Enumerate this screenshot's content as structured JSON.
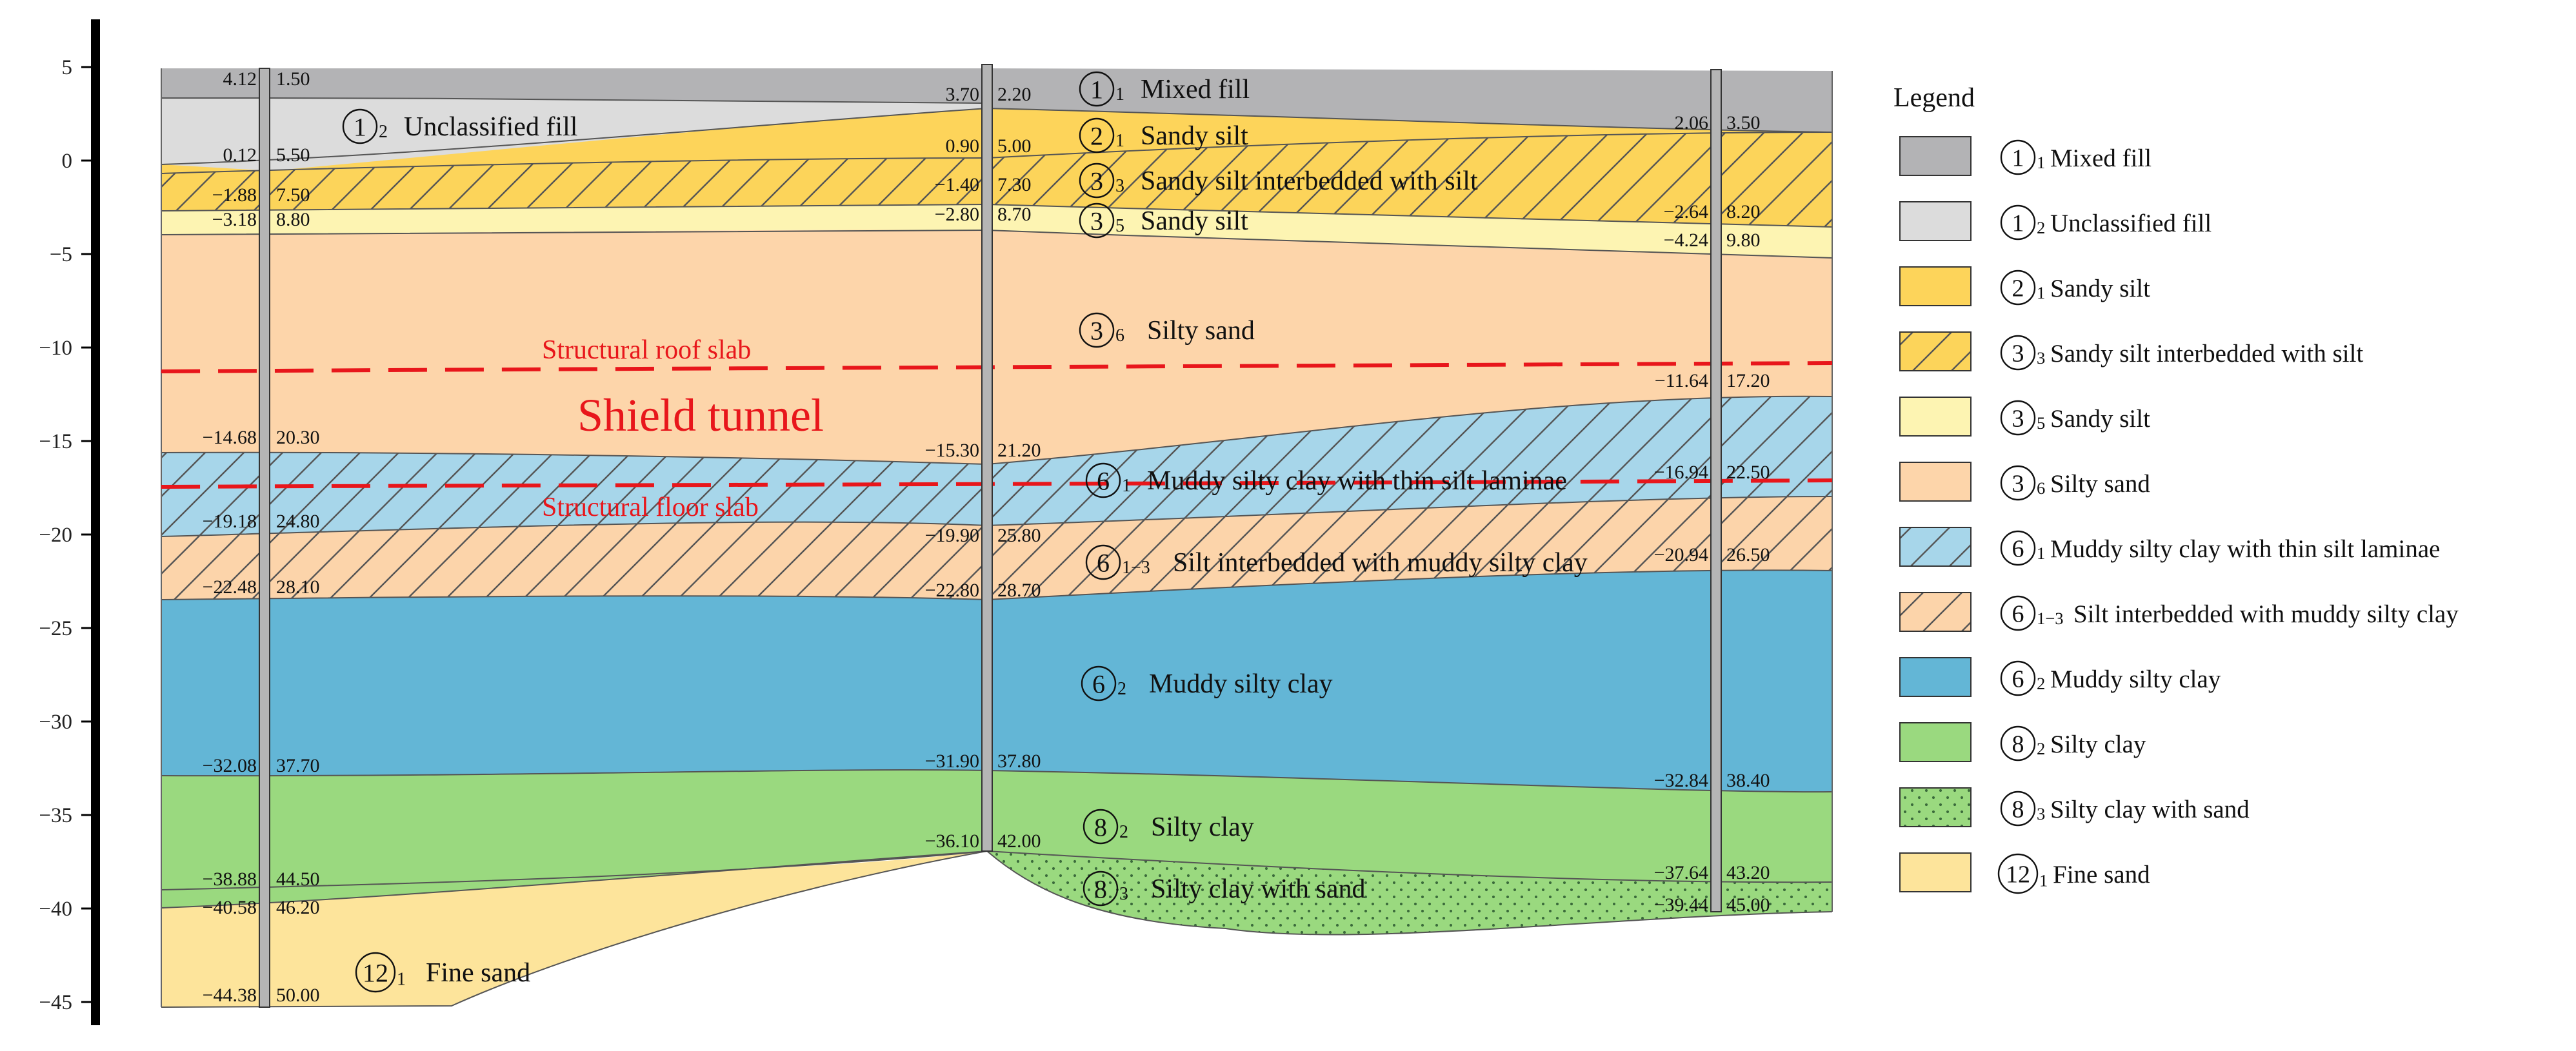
{
  "figure": {
    "y_axis_ticks": [
      "5",
      "0",
      "−5",
      "−10",
      "−15",
      "−20",
      "−25",
      "−30",
      "−35",
      "−40",
      "−45"
    ],
    "tunnel": {
      "title": "Shield tunnel",
      "roof_label": "Structural roof slab",
      "floor_label": "Structural floor slab"
    },
    "colors": {
      "mixed_fill": "#b3b3b5",
      "unclassified_fill": "#dcdcdc",
      "sandy_silt_2_1": "#fdd45a",
      "sandy_silt_interbedded_3_3": "#fcd45a",
      "sandy_silt_3_5": "#fdf4b2",
      "silty_sand_3_6": "#fdd5aa",
      "muddy_silty_clay_thin_6_1": "#a7d6ea",
      "silt_interbedded_6_1_3": "#fcd4aa",
      "muddy_silty_clay_6_2": "#63b6d6",
      "silty_clay_8_2": "#9ad97f",
      "silty_clay_sand_8_3": "#9ad97f",
      "fine_sand_12_1": "#fde49b",
      "tunnel_line": "#e8161b"
    },
    "boreholes": {
      "left": [
        {
          "elev": "4.12",
          "depth": "1.50"
        },
        {
          "elev": "0.12",
          "depth": "5.50"
        },
        {
          "elev": "−1.88",
          "depth": "7.50"
        },
        {
          "elev": "−3.18",
          "depth": "8.80"
        },
        {
          "elev": "−14.68",
          "depth": "20.30"
        },
        {
          "elev": "−19.18",
          "depth": "24.80"
        },
        {
          "elev": "−22.48",
          "depth": "28.10"
        },
        {
          "elev": "−32.08",
          "depth": "37.70"
        },
        {
          "elev": "−38.88",
          "depth": "44.50"
        },
        {
          "elev": "−40.58",
          "depth": "46.20"
        },
        {
          "elev": "−44.38",
          "depth": "50.00"
        }
      ],
      "middle": [
        {
          "elev": "3.70",
          "depth": "2.20"
        },
        {
          "elev": "0.90",
          "depth": "5.00"
        },
        {
          "elev": "−1.40",
          "depth": "7.30"
        },
        {
          "elev": "−2.80",
          "depth": "8.70"
        },
        {
          "elev": "−15.30",
          "depth": "21.20"
        },
        {
          "elev": "−19.90",
          "depth": "25.80"
        },
        {
          "elev": "−22.80",
          "depth": "28.70"
        },
        {
          "elev": "−31.90",
          "depth": "37.80"
        },
        {
          "elev": "−36.10",
          "depth": "42.00"
        }
      ],
      "right": [
        {
          "elev": "2.06",
          "depth": "3.50"
        },
        {
          "elev": "−2.64",
          "depth": "8.20"
        },
        {
          "elev": "−4.24",
          "depth": "9.80"
        },
        {
          "elev": "−11.64",
          "depth": "17.20"
        },
        {
          "elev": "−16.94",
          "depth": "22.50"
        },
        {
          "elev": "−20.94",
          "depth": "26.50"
        },
        {
          "elev": "−32.84",
          "depth": "38.40"
        },
        {
          "elev": "−37.64",
          "depth": "43.20"
        },
        {
          "elev": "−39.44",
          "depth": "45.00"
        }
      ]
    },
    "layer_labels": {
      "mixed_fill": {
        "num": "1",
        "sub": "1",
        "name": "Mixed fill"
      },
      "unclassified_fill": {
        "num": "1",
        "sub": "2",
        "name": "Unclassified fill"
      },
      "sandy_silt_2_1": {
        "num": "2",
        "sub": "1",
        "name": "Sandy silt"
      },
      "sandy_silt_interbedded_3_3": {
        "num": "3",
        "sub": "3",
        "name": "Sandy silt interbedded with silt"
      },
      "sandy_silt_3_5": {
        "num": "3",
        "sub": "5",
        "name": "Sandy silt"
      },
      "silty_sand_3_6": {
        "num": "3",
        "sub": "6",
        "name": "Silty sand"
      },
      "muddy_silty_clay_thin_6_1": {
        "num": "6",
        "sub": "1",
        "name": "Muddy silty clay with thin silt laminae"
      },
      "silt_interbedded_6_1_3": {
        "num": "6",
        "sub": "1−3",
        "name": "Silt interbedded with muddy silty clay"
      },
      "muddy_silty_clay_6_2": {
        "num": "6",
        "sub": "2",
        "name": "Muddy silty clay"
      },
      "silty_clay_8_2": {
        "num": "8",
        "sub": "2",
        "name": "Silty clay"
      },
      "silty_clay_sand_8_3": {
        "num": "8",
        "sub": "3",
        "name": "Silty clay with sand"
      },
      "fine_sand_12_1": {
        "num": "12",
        "sub": "1",
        "name": "Fine sand"
      }
    }
  },
  "legend": {
    "title": "Legend",
    "items": [
      {
        "key": "mixed_fill",
        "num": "1",
        "sub": "1",
        "label": "Mixed fill",
        "pattern": "solid"
      },
      {
        "key": "unclassified_fill",
        "num": "1",
        "sub": "2",
        "label": "Unclassified fill",
        "pattern": "solid"
      },
      {
        "key": "sandy_silt_2_1",
        "num": "2",
        "sub": "1",
        "label": "Sandy silt",
        "pattern": "solid"
      },
      {
        "key": "sandy_silt_interbedded_3_3",
        "num": "3",
        "sub": "3",
        "label": "Sandy silt interbedded with silt",
        "pattern": "hatch"
      },
      {
        "key": "sandy_silt_3_5",
        "num": "3",
        "sub": "5",
        "label": "Sandy silt",
        "pattern": "solid"
      },
      {
        "key": "silty_sand_3_6",
        "num": "3",
        "sub": "6",
        "label": "Silty sand",
        "pattern": "solid"
      },
      {
        "key": "muddy_silty_clay_thin_6_1",
        "num": "6",
        "sub": "1",
        "label": "Muddy silty clay with thin silt laminae",
        "pattern": "hatch"
      },
      {
        "key": "silt_interbedded_6_1_3",
        "num": "6",
        "sub": "1−3",
        "label": "Silt interbedded with muddy silty clay",
        "pattern": "hatch"
      },
      {
        "key": "muddy_silty_clay_6_2",
        "num": "6",
        "sub": "2",
        "label": "Muddy silty clay",
        "pattern": "solid"
      },
      {
        "key": "silty_clay_8_2",
        "num": "8",
        "sub": "2",
        "label": "Silty clay",
        "pattern": "solid"
      },
      {
        "key": "silty_clay_sand_8_3",
        "num": "8",
        "sub": "3",
        "label": "Silty clay with sand",
        "pattern": "dots"
      },
      {
        "key": "fine_sand_12_1",
        "num": "12",
        "sub": "1",
        "label": "Fine sand",
        "pattern": "solid"
      }
    ]
  }
}
